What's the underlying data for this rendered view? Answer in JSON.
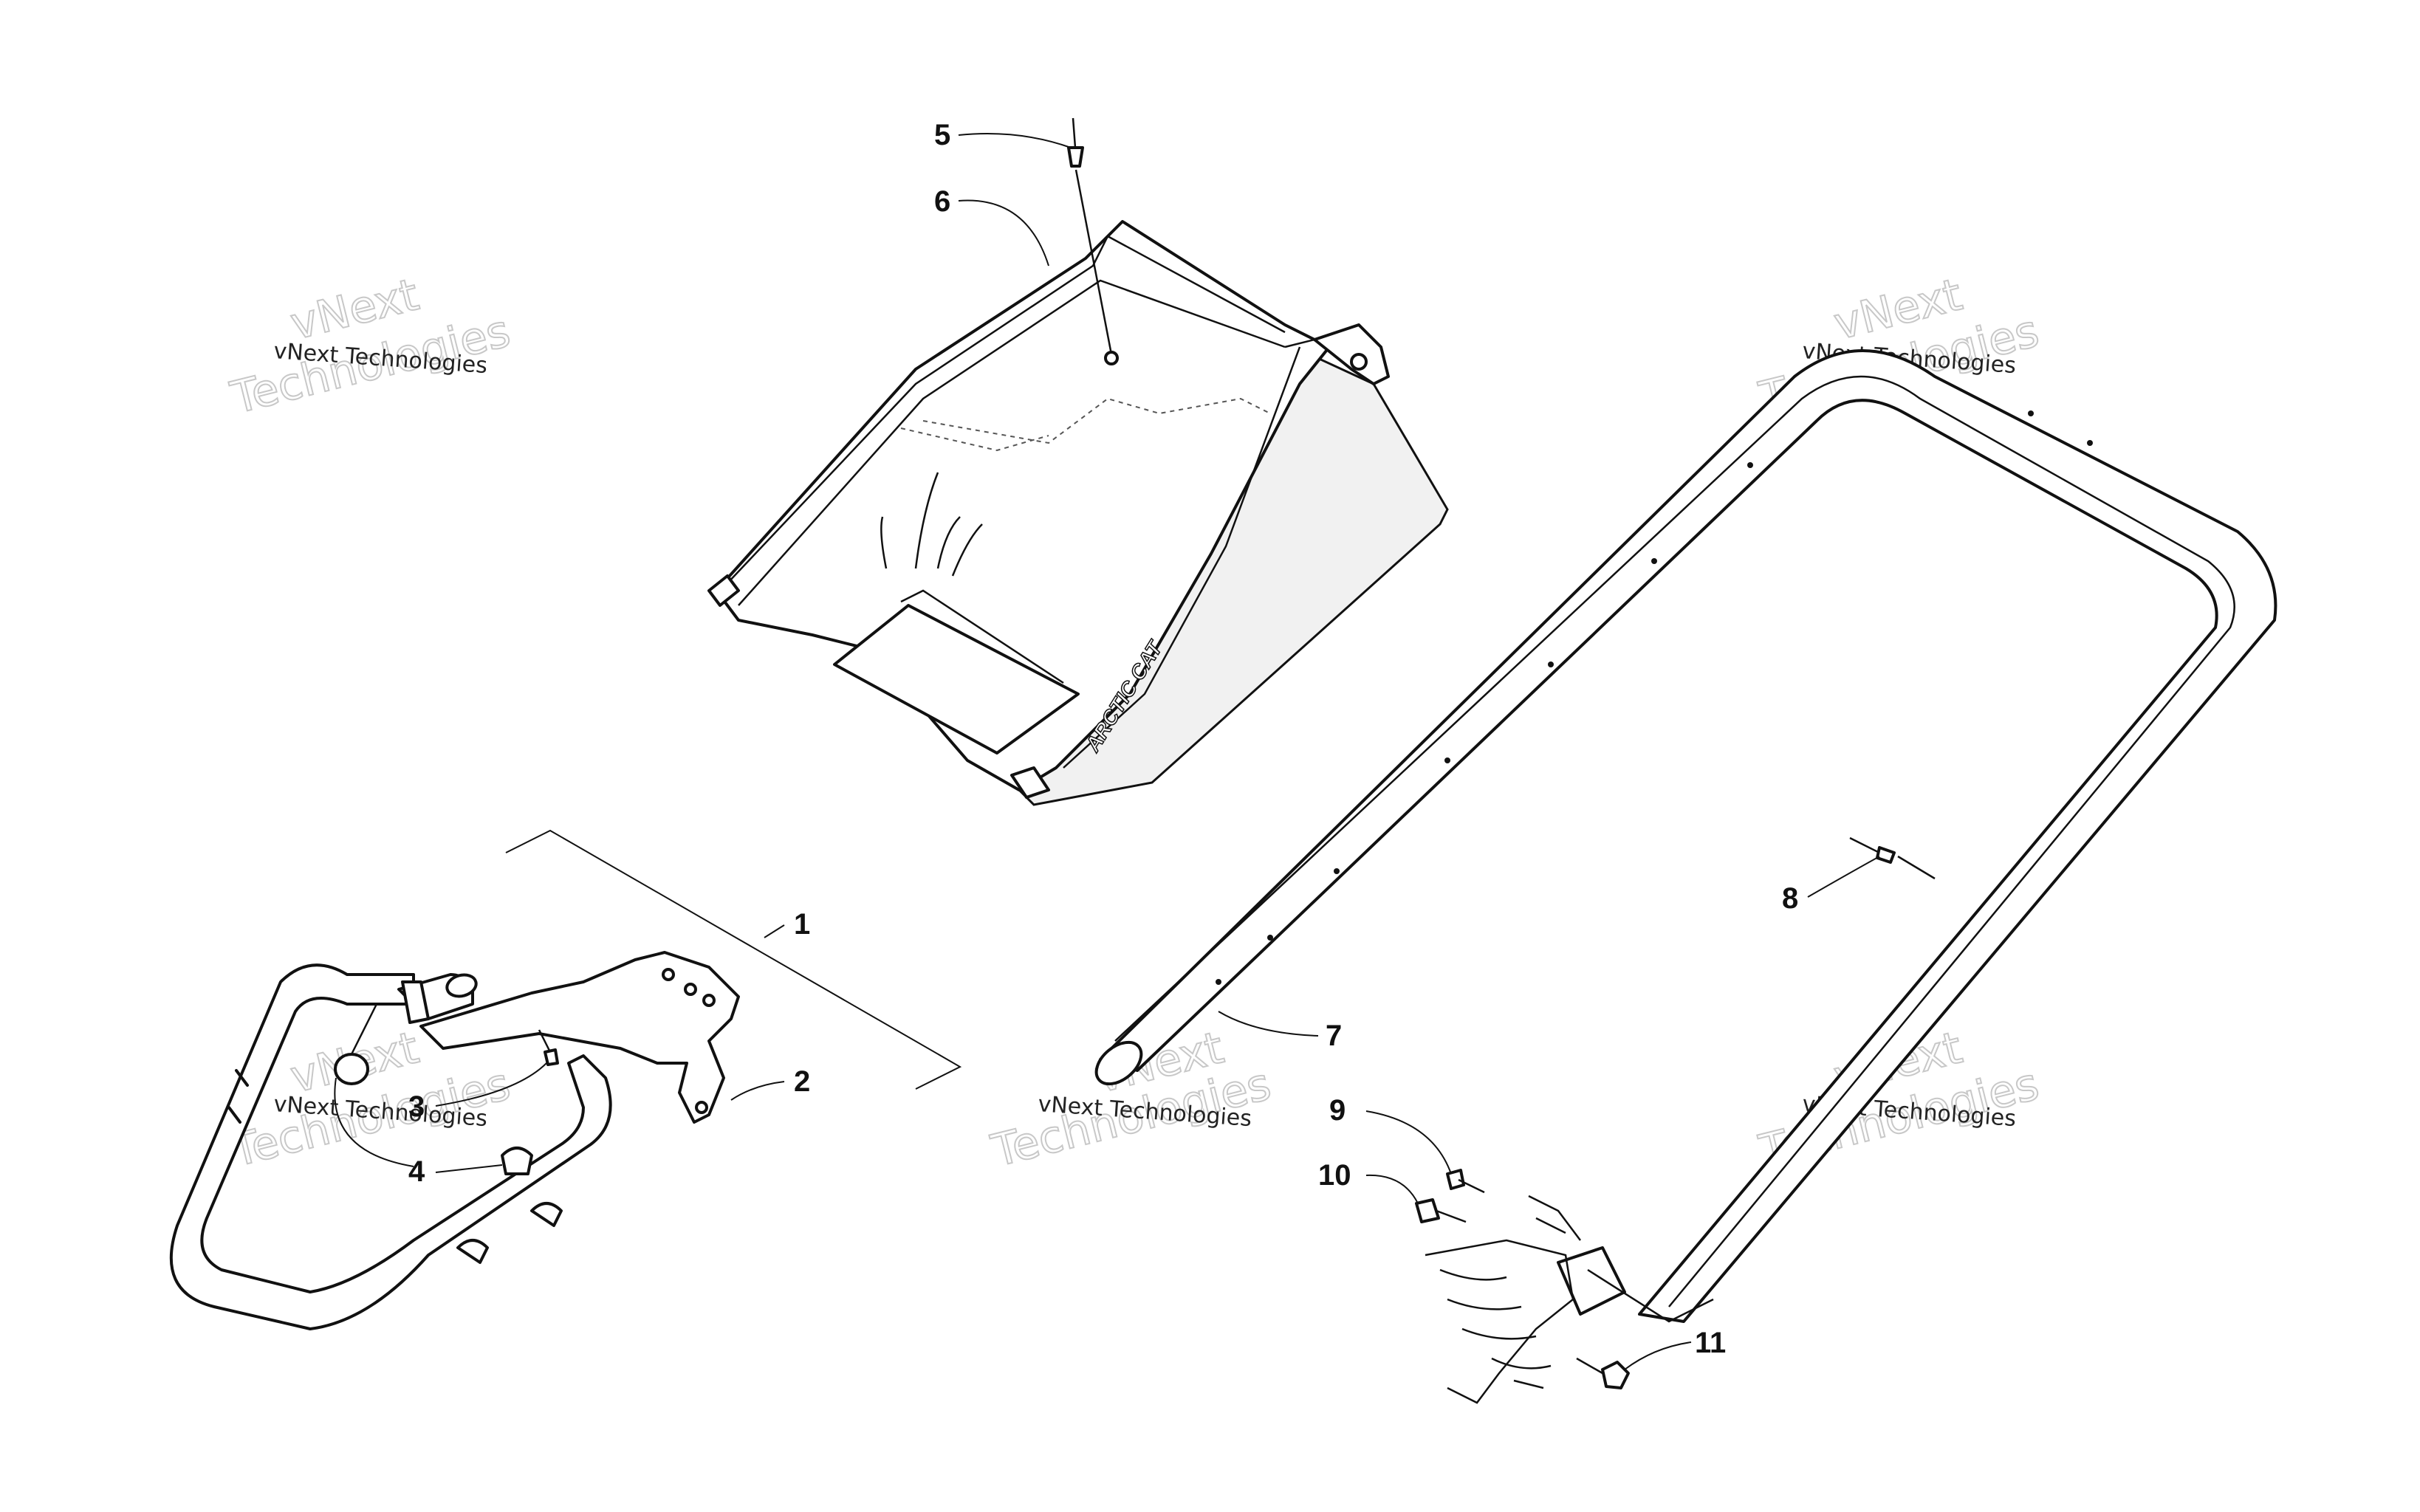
{
  "callouts": [
    {
      "id": "1",
      "label": "1"
    },
    {
      "id": "2",
      "label": "2"
    },
    {
      "id": "3",
      "label": "3"
    },
    {
      "id": "4",
      "label": "4"
    },
    {
      "id": "5",
      "label": "5"
    },
    {
      "id": "6",
      "label": "6"
    },
    {
      "id": "7",
      "label": "7"
    },
    {
      "id": "8",
      "label": "8"
    },
    {
      "id": "9",
      "label": "9"
    },
    {
      "id": "10",
      "label": "10"
    },
    {
      "id": "11",
      "label": "11"
    }
  ],
  "brand_text": "ARCTIC CAT",
  "watermark": {
    "small": "vNext Technologies",
    "big_line1": "vNext",
    "big_line2": "Technologies"
  },
  "colors": {
    "ink": "#111111",
    "watermark": "#c8c8c8",
    "background": "#ffffff"
  }
}
